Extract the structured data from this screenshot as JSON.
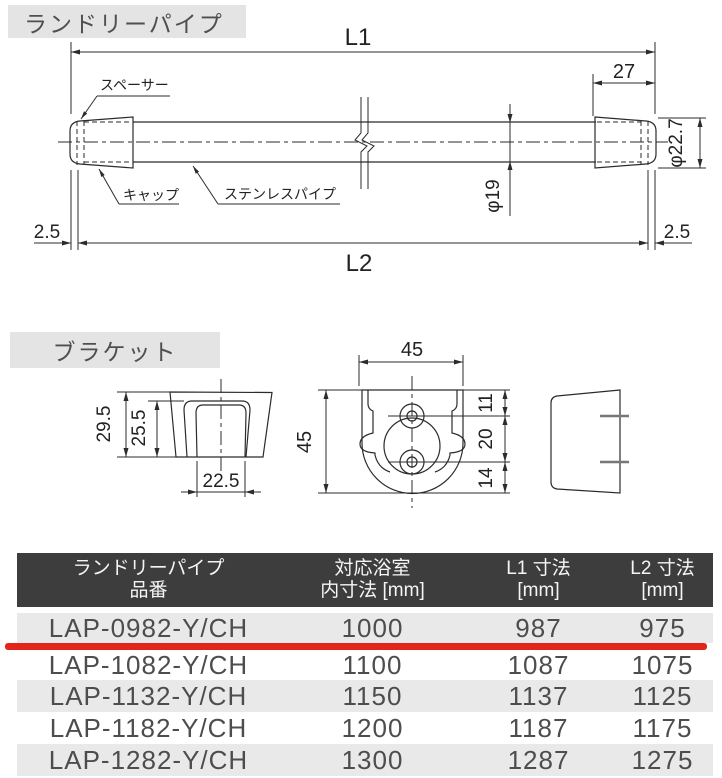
{
  "pipe_section": {
    "title": "ランドリーパイプ",
    "labels": {
      "spacer": "スペーサー",
      "cap": "キャップ",
      "pipe": "ステンレスパイプ"
    },
    "dims": {
      "l1": "L1",
      "l2": "L2",
      "cap_len": "27",
      "gap_left": "2.5",
      "gap_right": "2.5",
      "pipe_dia": "φ19",
      "cap_dia": "φ22.7"
    }
  },
  "bracket_section": {
    "title": "ブラケット",
    "dims": {
      "outer_depth": "29.5",
      "inner_depth": "25.5",
      "slot_width": "22.5",
      "width": "45",
      "height": "45",
      "hole_top_offset": "11",
      "hole_pitch": "20",
      "hole_bottom_offset": "14"
    }
  },
  "table": {
    "headers": [
      {
        "line1": "ランドリーパイプ",
        "line2": "品番"
      },
      {
        "line1": "対応浴室",
        "line2": "内寸法 [mm]"
      },
      {
        "line1": "L1 寸法",
        "line2": "[mm]"
      },
      {
        "line1": "L2 寸法",
        "line2": "[mm]"
      }
    ],
    "rows": [
      {
        "code": "LAP-0982-Y/CH",
        "inner": "1000",
        "l1": "987",
        "l2": "975",
        "highlighted": true
      },
      {
        "code": "LAP-1082-Y/CH",
        "inner": "1100",
        "l1": "1087",
        "l2": "1075",
        "highlighted": false
      },
      {
        "code": "LAP-1132-Y/CH",
        "inner": "1150",
        "l1": "1137",
        "l2": "1125",
        "highlighted": false
      },
      {
        "code": "LAP-1182-Y/CH",
        "inner": "1200",
        "l1": "1187",
        "l2": "1175",
        "highlighted": false
      },
      {
        "code": "LAP-1282-Y/CH",
        "inner": "1300",
        "l1": "1287",
        "l2": "1275",
        "highlighted": false
      }
    ],
    "colors": {
      "header_bg": "#3d3d3d",
      "header_text": "#f5f5f5",
      "row_alt_bg": "#e9e9e9",
      "row_text": "#4d4d4d",
      "highlight_line": "#e2251b",
      "title_bg": "#e4e4e4",
      "drawing_line": "#2b2b2b"
    }
  }
}
